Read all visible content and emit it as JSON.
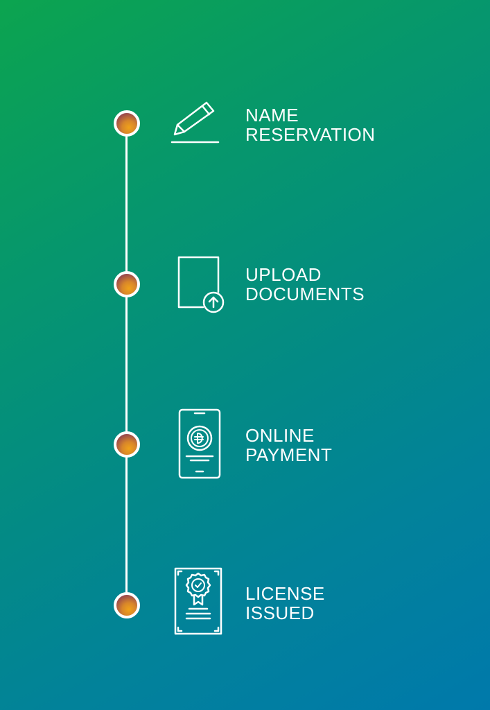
{
  "steps": [
    {
      "line1": "NAME",
      "line2": "RESERVATION",
      "icon": "pencil-icon"
    },
    {
      "line1": "UPLOAD",
      "line2": "DOCUMENTS",
      "icon": "document-upload-icon"
    },
    {
      "line1": "ONLINE",
      "line2": "PAYMENT",
      "icon": "mobile-payment-icon"
    },
    {
      "line1": "LICENSE",
      "line2": "ISSUED",
      "icon": "certificate-icon"
    }
  ],
  "colors": {
    "gradient_start": "#0ca44f",
    "gradient_end": "#0079ab",
    "dot_orange": "#f0a21a",
    "dot_purple": "#7a3252",
    "line": "#ffffff"
  }
}
